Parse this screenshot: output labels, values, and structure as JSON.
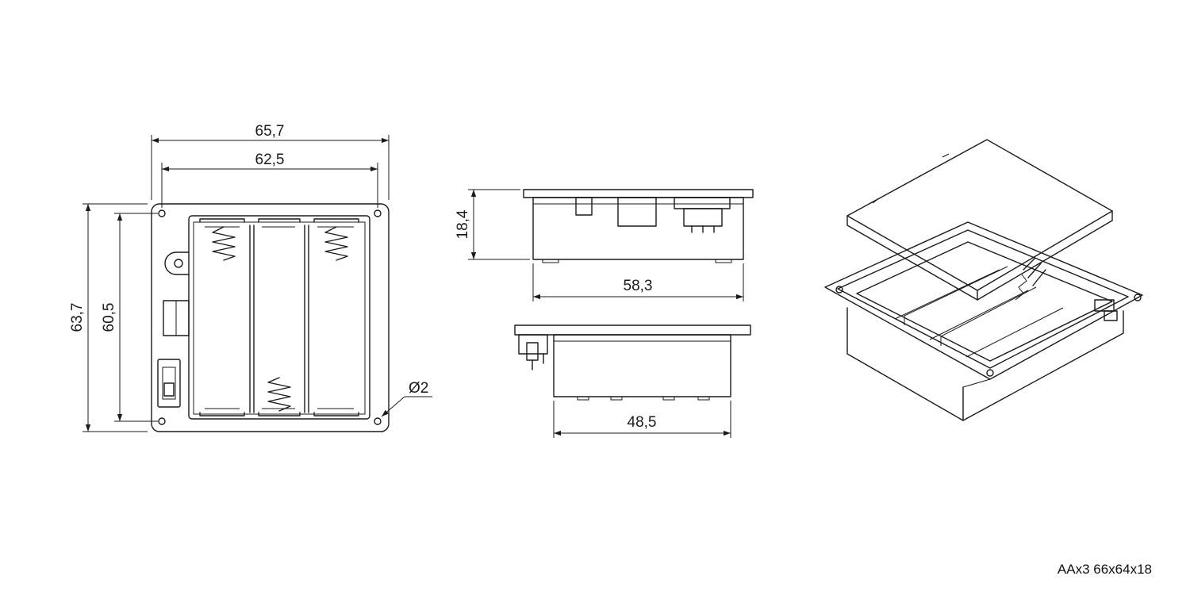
{
  "dimensions": {
    "outer_width": "65,7",
    "inner_width": "62,5",
    "outer_height": "63,7",
    "inner_height": "60,5",
    "hole": "Ø2",
    "depth": "18,4",
    "side_width": "58,3",
    "front_width": "48,5"
  },
  "caption": "AAx3 66x64x18"
}
